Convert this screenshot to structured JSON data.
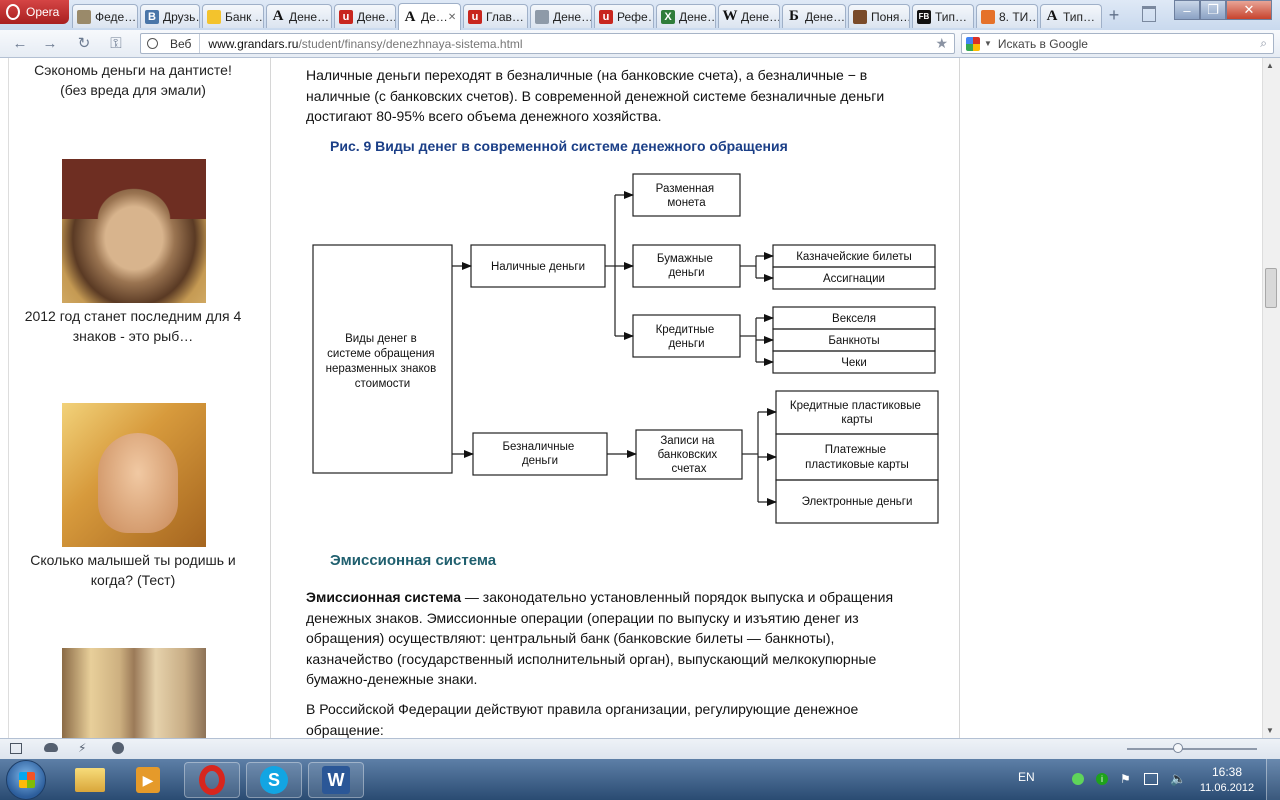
{
  "browser": {
    "menu_label": "Opera",
    "tabs": [
      {
        "label": "Феде…",
        "favicon": "image-icon"
      },
      {
        "label": "Друзь…",
        "favicon": "vk-icon"
      },
      {
        "label": "Банк …",
        "favicon": "bank-icon"
      },
      {
        "label": "Дене…",
        "favicon": "letter-a-icon"
      },
      {
        "label": "Дене…",
        "favicon": "red-u-icon"
      },
      {
        "label": "Де…",
        "favicon": "letter-a-icon"
      },
      {
        "label": "Глав…",
        "favicon": "red-u-icon"
      },
      {
        "label": "Дене…",
        "favicon": "smi-icon"
      },
      {
        "label": "Рефе…",
        "favicon": "red-u-icon"
      },
      {
        "label": "Дене…",
        "favicon": "color-x-icon"
      },
      {
        "label": "Дене…",
        "favicon": "wikipedia-icon"
      },
      {
        "label": "Дене…",
        "favicon": "letter-b-icon"
      },
      {
        "label": "Поня…",
        "favicon": "person-icon"
      },
      {
        "label": "Тип…",
        "favicon": "fb-icon"
      },
      {
        "label": "8. ТИ…",
        "favicon": "orange-icon"
      },
      {
        "label": "Тип…",
        "favicon": "letter-a-icon"
      }
    ],
    "address": {
      "label": "Веб",
      "url_domain": "www.grandars.ru",
      "url_path": "/student/finansy/denezhnaya-sistema.html"
    },
    "search_placeholder": "Искать в Google"
  },
  "sidebar": {
    "ads": [
      {
        "text": "Сэкономь деньги на дантисте! (без вреда для эмали)"
      },
      {
        "text": "2012 год станет последним для 4 знаков - это рыб…"
      },
      {
        "text": "Сколько малышей ты родишь и когда? (Тест)"
      }
    ]
  },
  "article": {
    "intro": "Наличные деньги переходят в безналичные (на банковские счета), а безналичные − в наличные (с банковских счетов). В современной денежной системе безналичные деньги достигают 80-95% всего объема денежного хозяйства.",
    "figure_caption": "Рис. 9 Виды денег в современной системе денежного обращения",
    "diagram": {
      "root": [
        "Виды денег в",
        "системе обращения",
        "неразменных знаков",
        "стоимости"
      ],
      "cash": "Наличные деньги",
      "coin": [
        "Разменная",
        "монета"
      ],
      "paper": [
        "Бумажные",
        "деньги"
      ],
      "treasury_notes": "Казначейские билеты",
      "assignats": "Ассигнации",
      "credit": [
        "Кредитные",
        "деньги"
      ],
      "bills": "Векселя",
      "banknotes": "Банкноты",
      "cheques": "Чеки",
      "noncash": [
        "Безналичные",
        "деньги"
      ],
      "records": [
        "Записи на",
        "банковских",
        "счетах"
      ],
      "credit_cards": [
        "Кредитные пластиковые",
        "карты"
      ],
      "payment_cards": [
        "Платежные",
        "пластиковые карты"
      ],
      "emoney": "Электронные деньги"
    },
    "section_title": "Эмиссионная система",
    "def_term": "Эмиссионная система",
    "def_text": " — законодательно установленный порядок выпуска и обращения денежных знаков. Эмиссионные операции (операции по выпуску и изъятию денег из обращения) осуществляют: центральный банк (банковские билеты — банкноты), казначейство (государственный исполнительный орган), выпускающий мелкокупюрные бумажно-денежные знаки.",
    "para2": "В Российской Федерации действуют правила организации, регулирующие денежное обращение:"
  },
  "taskbar": {
    "lang": "EN",
    "time": "16:38",
    "date": "11.06.2012"
  }
}
